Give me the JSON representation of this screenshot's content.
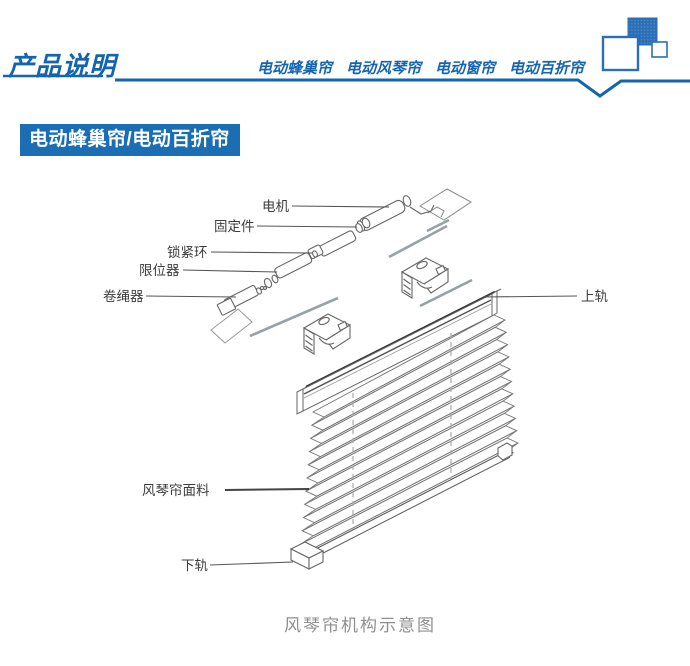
{
  "header": {
    "logo": "产品说明",
    "nav_items": [
      "电动蜂巢帘",
      "电动风琴帘",
      "电动窗帘",
      "电动百折帘"
    ],
    "accent_color": "#1465af",
    "square_fill_color": "#2a6fb5"
  },
  "section": {
    "title": "电动蜂巢帘/电动百折帘",
    "bg_color": "#1b6eb4"
  },
  "diagram": {
    "labels": {
      "motor": "电机",
      "fixing": "固定件",
      "lock_ring": "锁紧环",
      "limiter": "限位器",
      "cord_winder": "卷绳器",
      "top_rail": "上轨",
      "fabric": "风琴帘面料",
      "bottom_rail": "下轨"
    },
    "caption": "风琴帘机构示意图"
  }
}
